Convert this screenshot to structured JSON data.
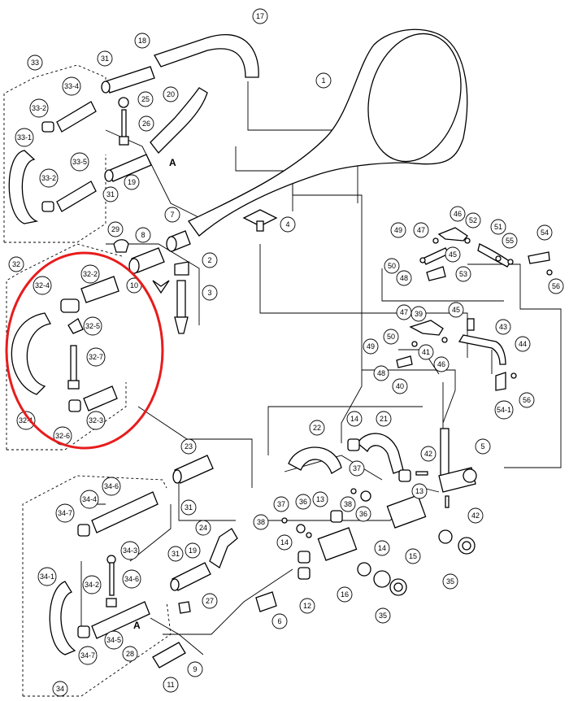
{
  "labels": {
    "l1": "1",
    "l2": "2",
    "l3": "3",
    "l4": "4",
    "l5": "5",
    "l6": "6",
    "l7": "7",
    "l8": "8",
    "l9": "9",
    "l10": "10",
    "l11": "11",
    "l12": "12",
    "l13a": "13",
    "l13b": "13",
    "l14a": "14",
    "l14b": "14",
    "l14c": "14",
    "l15": "15",
    "l16": "16",
    "l17": "17",
    "l18": "18",
    "l19a": "19",
    "l19b": "19",
    "l20": "20",
    "l21": "21",
    "l22": "22",
    "l23": "23",
    "l24": "24",
    "l25": "25",
    "l26": "26",
    "l27": "27",
    "l28": "28",
    "l29": "29",
    "l31a": "31",
    "l31b": "31",
    "l31c": "31",
    "l31d": "31",
    "l32": "32",
    "l32_1": "32-1",
    "l32_2": "32-2",
    "l32_3": "32-3",
    "l32_4": "32-4",
    "l32_5": "32-5",
    "l32_6": "32-6",
    "l32_7": "32-7",
    "l33": "33",
    "l33_1": "33-1",
    "l33_2a": "33-2",
    "l33_2b": "33-2",
    "l33_4": "33-4",
    "l33_5": "33-5",
    "l34": "34",
    "l34_1": "34-1",
    "l34_2": "34-2",
    "l34_3": "34-3",
    "l34_4": "34-4",
    "l34_5": "34-5",
    "l34_6a": "34-6",
    "l34_6b": "34-6",
    "l34_7a": "34-7",
    "l34_7b": "34-7",
    "l35a": "35",
    "l35b": "35",
    "l36a": "36",
    "l36b": "36",
    "l37a": "37",
    "l37b": "37",
    "l38a": "38",
    "l38b": "38",
    "l39": "39",
    "l40": "40",
    "l41": "41",
    "l42a": "42",
    "l42b": "42",
    "l43": "43",
    "l44": "44",
    "l45a": "45",
    "l45b": "45",
    "l46a": "46",
    "l46b": "46",
    "l47a": "47",
    "l47b": "47",
    "l48a": "48",
    "l48b": "48",
    "l49a": "49",
    "l49b": "49",
    "l50a": "50",
    "l50b": "50",
    "l51": "51",
    "l52": "52",
    "l53": "53",
    "l54": "54",
    "l54_1": "54-1",
    "l55": "55",
    "l56a": "56",
    "l56b": "56"
  },
  "markers": {
    "a_top": "A",
    "a_bottom": "A"
  },
  "highlight_color": "#e81c1c"
}
